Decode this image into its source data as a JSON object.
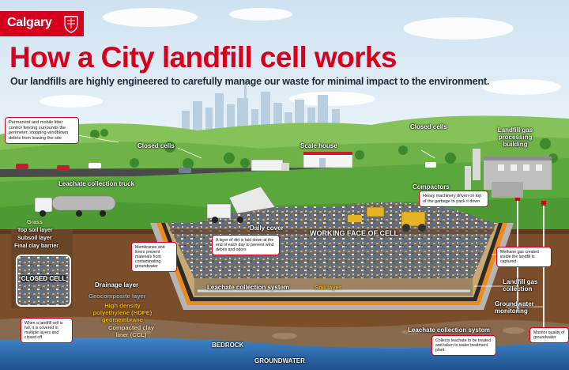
{
  "header": {
    "logo_text": "Calgary",
    "title": "How a City landfill cell works",
    "subtitle": "Our landfills are highly engineered to carefully manage our waste for minimal impact to the environment."
  },
  "callouts": {
    "fencing": "Permanent and mobile litter control fencing surrounds the perimeter, stopping windblown debris from leaving the site",
    "compactors_desc": "Heavy machinery driven on top of the garbage to pack it down",
    "daily_cover_desc": "A layer of dirt is laid down at the end of each day to prevent wind debris and odors",
    "membranes": "Membranes and liners prevent materials from contaminating groundwater",
    "methane": "Methane gas created inside the landfill is captured",
    "closed_cell_desc": "When a landfill cell is full, it is covered in multiple layers and closed off",
    "leachate_desc": "Collects leachate to be treated and taken to water treatment plant",
    "monitor": "Monitor quality of groundwater"
  },
  "labels": {
    "closed_cells_left": "Closed cells",
    "closed_cells_right": "Closed cells",
    "scale_house": "Scale house",
    "gas_building": "Landfill gas processing building",
    "leachate_truck": "Leachate collection truck",
    "compactors": "Compactors",
    "daily_cover": "Daily cover",
    "working_face": "WORKING FACE OF CELL",
    "grass": "Grass",
    "top_soil": "Top soil layer",
    "subsoil": "Subsoil layer",
    "final_clay": "Final clay barrier",
    "closed_cell": "CLOSED CELL",
    "drainage": "Drainage layer",
    "geocomposite": "Geocomposite layer",
    "hdpe": "High density polyethylene (HDPE) geomembrane",
    "clay_liner": "Compacted clay liner (CCL)",
    "leachate_system": "Leachate collection system",
    "soil_layer": "Soil layer",
    "gas_collection": "Landfill gas collection",
    "groundwater_monitoring": "Groundwater monitoring",
    "leachate_system_bottom": "Leachate collection system",
    "bedrock": "BEDROCK",
    "groundwater": "GROUNDWATER"
  },
  "colors": {
    "brand_red": "#d6001c",
    "sky": "#dbe9f4",
    "grass": "#5aa83c",
    "soil": "#7a4e2b",
    "liner_orange": "#f08a1c",
    "water": "#2f6fb4"
  }
}
